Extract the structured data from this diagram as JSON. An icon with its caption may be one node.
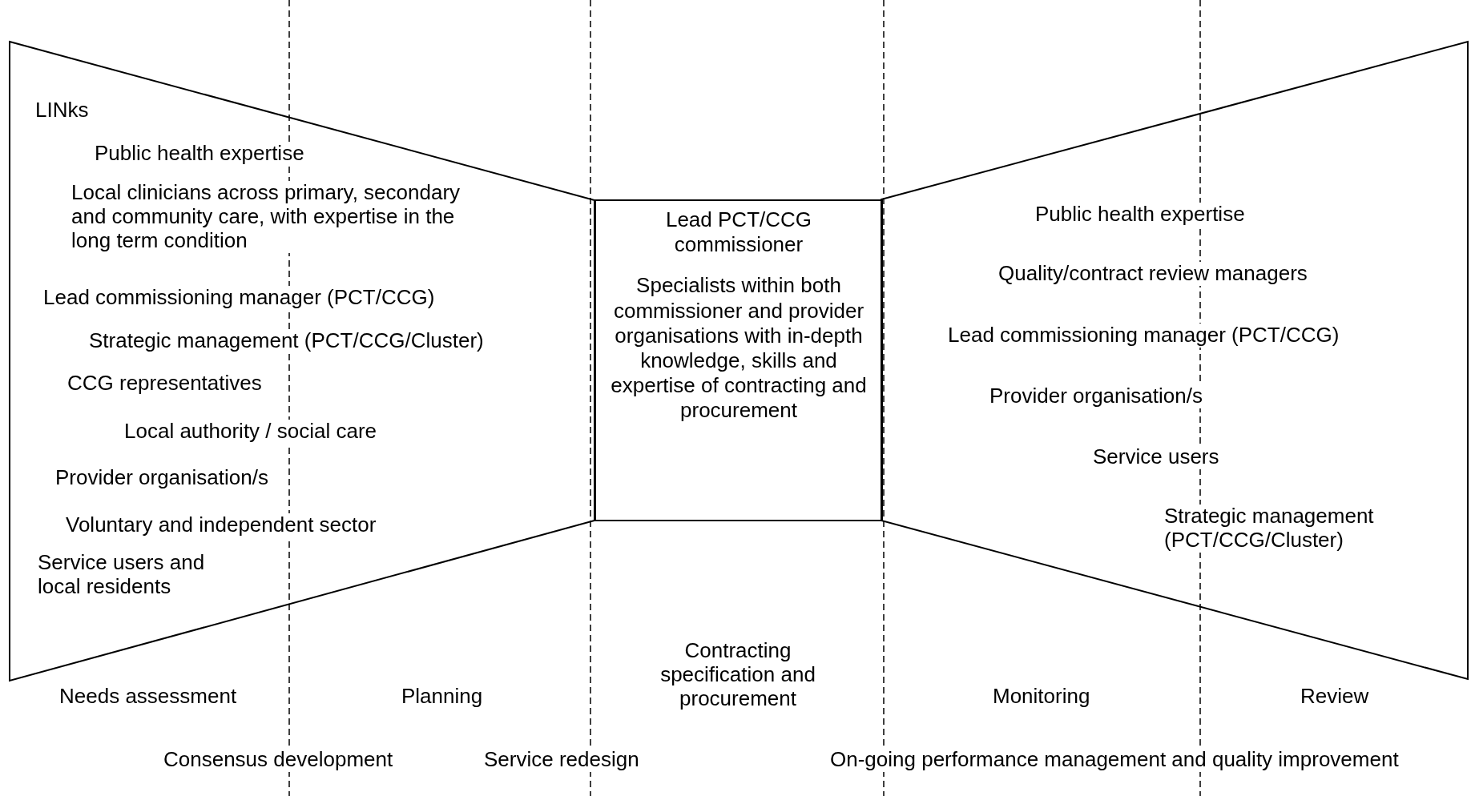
{
  "diagram": {
    "nodes": [
      {
        "text": [
          "LINks",
          "Public health expertise",
          "Local clinicians across primary, secondary and community care, with expertise in the long term condition",
          "Lead commissioning manager (PCT/CCG)",
          "Strategic management (PCT/CCG/Cluster)",
          "CCG representatives",
          "Local authority / social care",
          "Provider organisation/s",
          "Voluntary and independent sector",
          "Service users and local residents"
        ]
      },
      {
        "text": [
          "Lead PCT/CCG commissioner",
          "Specialists within both commissioner and provider organisations with in-depth knowledge, skills and expertise of contracting and procurement"
        ]
      },
      {
        "text": [
          "Public health expertise",
          "Quality/contract review managers",
          "Lead commissioning manager (PCT/CCG)",
          "Provider organisation/s",
          "Service users",
          "Strategic management (PCT/CCG/Cluster)"
        ]
      }
    ],
    "labels": [
      "Needs assessment",
      "Planning",
      "Contracting specification and procurement",
      "Monitoring",
      "Review",
      "Consensus development",
      "Service redesign",
      "On-going performance management and quality improvement"
    ]
  }
}
